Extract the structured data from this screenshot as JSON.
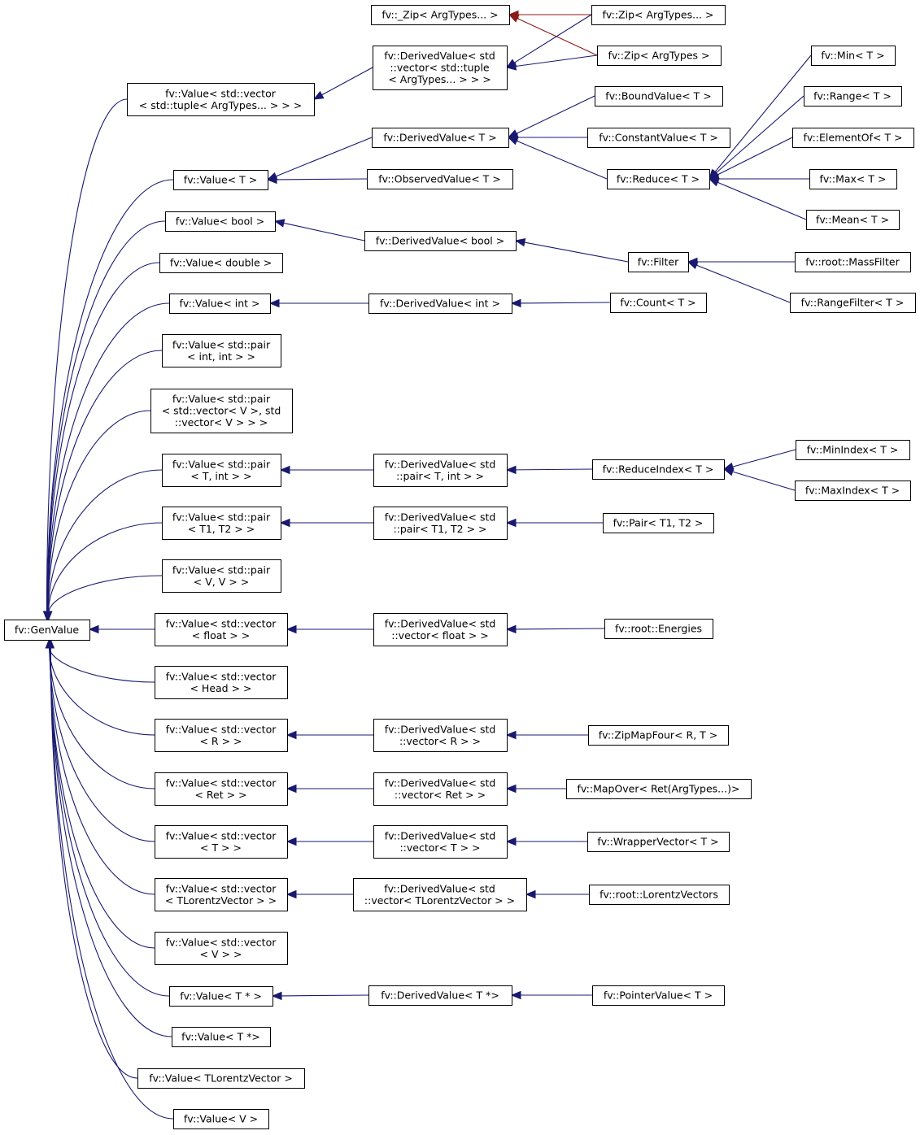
{
  "colors": {
    "inheritance_edge": "#191970",
    "template_edge": "#8b1a1a",
    "node_border": "#000000",
    "background": "#ffffff"
  },
  "nodes": {
    "GenValue": [
      "fv::GenValue"
    ],
    "V_vec_tuple": [
      "fv::Value< std::vector",
      "< std::tuple< ArgTypes... > > >"
    ],
    "V_T": [
      "fv::Value< T >"
    ],
    "V_bool": [
      "fv::Value< bool >"
    ],
    "V_double": [
      "fv::Value< double >"
    ],
    "V_int": [
      "fv::Value< int >"
    ],
    "V_pair_int_int": [
      "fv::Value< std::pair",
      "< int, int > >"
    ],
    "V_pair_vecV": [
      "fv::Value< std::pair",
      "< std::vector< V >, std",
      "::vector< V > > >"
    ],
    "V_pair_T_int": [
      "fv::Value< std::pair",
      "< T, int > >"
    ],
    "V_pair_T1_T2": [
      "fv::Value< std::pair",
      "< T1, T2 > >"
    ],
    "V_pair_V_V": [
      "fv::Value< std::pair",
      "< V, V > >"
    ],
    "V_vec_float": [
      "fv::Value< std::vector",
      "< float > >"
    ],
    "V_vec_Head": [
      "fv::Value< std::vector",
      "< Head > >"
    ],
    "V_vec_R": [
      "fv::Value< std::vector",
      "< R > >"
    ],
    "V_vec_Ret": [
      "fv::Value< std::vector",
      "< Ret > >"
    ],
    "V_vec_T": [
      "fv::Value< std::vector",
      "< T > >"
    ],
    "V_vec_TLV": [
      "fv::Value< std::vector",
      "< TLorentzVector > >"
    ],
    "V_vec_V": [
      "fv::Value< std::vector",
      "< V > >"
    ],
    "V_Tptr_sp": [
      "fv::Value< T * >"
    ],
    "V_Tptr": [
      "fv::Value< T *>"
    ],
    "V_TLV": [
      "fv::Value< TLorentzVector >"
    ],
    "V_V": [
      "fv::Value< V >"
    ],
    "ZipPriv": [
      "fv::_Zip< ArgTypes... >"
    ],
    "DV_vec_tuple": [
      "fv::DerivedValue< std",
      "::vector< std::tuple",
      "< ArgTypes... > > >"
    ],
    "DV_T": [
      "fv::DerivedValue< T >"
    ],
    "ObservedValue": [
      "fv::ObservedValue< T >"
    ],
    "DV_bool": [
      "fv::DerivedValue< bool >"
    ],
    "DV_int": [
      "fv::DerivedValue< int >"
    ],
    "DV_pair_T_int": [
      "fv::DerivedValue< std",
      "::pair< T, int > >"
    ],
    "DV_pair_T1_T2": [
      "fv::DerivedValue< std",
      "::pair< T1, T2 > >"
    ],
    "DV_vec_float": [
      "fv::DerivedValue< std",
      "::vector< float > >"
    ],
    "DV_vec_R": [
      "fv::DerivedValue< std",
      "::vector< R > >"
    ],
    "DV_vec_Ret": [
      "fv::DerivedValue< std",
      "::vector< Ret > >"
    ],
    "DV_vec_T": [
      "fv::DerivedValue< std",
      "::vector< T > >"
    ],
    "DV_vec_TLV": [
      "fv::DerivedValue< std",
      "::vector< TLorentzVector > >"
    ],
    "DV_Tptr": [
      "fv::DerivedValue< T *>"
    ],
    "Zip_dots": [
      "fv::Zip< ArgTypes... >"
    ],
    "Zip": [
      "fv::Zip< ArgTypes >"
    ],
    "BoundValue": [
      "fv::BoundValue< T >"
    ],
    "ConstantValue": [
      "fv::ConstantValue< T >"
    ],
    "Reduce": [
      "fv::Reduce< T >"
    ],
    "Filter": [
      "fv::Filter"
    ],
    "Count": [
      "fv::Count< T >"
    ],
    "ReduceIndex": [
      "fv::ReduceIndex< T >"
    ],
    "Pair": [
      "fv::Pair< T1, T2 >"
    ],
    "Energies": [
      "fv::root::Energies"
    ],
    "ZipMapFour": [
      "fv::ZipMapFour< R, T >"
    ],
    "MapOver": [
      "fv::MapOver< Ret(ArgTypes...)>"
    ],
    "WrapperVector": [
      "fv::WrapperVector< T >"
    ],
    "LorentzVectors": [
      "fv::root::LorentzVectors"
    ],
    "PointerValue": [
      "fv::PointerValue< T >"
    ],
    "Min": [
      "fv::Min< T >"
    ],
    "Range": [
      "fv::Range< T >"
    ],
    "ElementOf": [
      "fv::ElementOf< T >"
    ],
    "Max": [
      "fv::Max< T >"
    ],
    "Mean": [
      "fv::Mean< T >"
    ],
    "MassFilter": [
      "fv::root::MassFilter"
    ],
    "RangeFilter": [
      "fv::RangeFilter< T >"
    ],
    "MinIndex": [
      "fv::MinIndex< T >"
    ],
    "MaxIndex": [
      "fv::MaxIndex< T >"
    ]
  },
  "edges": [
    {
      "from": "V_vec_tuple",
      "to": "GenValue",
      "kind": "inheritance"
    },
    {
      "from": "V_T",
      "to": "GenValue",
      "kind": "inheritance"
    },
    {
      "from": "V_bool",
      "to": "GenValue",
      "kind": "inheritance"
    },
    {
      "from": "V_double",
      "to": "GenValue",
      "kind": "inheritance"
    },
    {
      "from": "V_int",
      "to": "GenValue",
      "kind": "inheritance"
    },
    {
      "from": "V_pair_int_int",
      "to": "GenValue",
      "kind": "inheritance"
    },
    {
      "from": "V_pair_vecV",
      "to": "GenValue",
      "kind": "inheritance"
    },
    {
      "from": "V_pair_T_int",
      "to": "GenValue",
      "kind": "inheritance"
    },
    {
      "from": "V_pair_T1_T2",
      "to": "GenValue",
      "kind": "inheritance"
    },
    {
      "from": "V_pair_V_V",
      "to": "GenValue",
      "kind": "inheritance"
    },
    {
      "from": "V_vec_float",
      "to": "GenValue",
      "kind": "inheritance"
    },
    {
      "from": "V_vec_Head",
      "to": "GenValue",
      "kind": "inheritance"
    },
    {
      "from": "V_vec_R",
      "to": "GenValue",
      "kind": "inheritance"
    },
    {
      "from": "V_vec_Ret",
      "to": "GenValue",
      "kind": "inheritance"
    },
    {
      "from": "V_vec_T",
      "to": "GenValue",
      "kind": "inheritance"
    },
    {
      "from": "V_vec_TLV",
      "to": "GenValue",
      "kind": "inheritance"
    },
    {
      "from": "V_vec_V",
      "to": "GenValue",
      "kind": "inheritance"
    },
    {
      "from": "V_Tptr_sp",
      "to": "GenValue",
      "kind": "inheritance"
    },
    {
      "from": "V_Tptr",
      "to": "GenValue",
      "kind": "inheritance"
    },
    {
      "from": "V_TLV",
      "to": "GenValue",
      "kind": "inheritance"
    },
    {
      "from": "V_V",
      "to": "GenValue",
      "kind": "inheritance"
    },
    {
      "from": "DV_vec_tuple",
      "to": "V_vec_tuple",
      "kind": "inheritance"
    },
    {
      "from": "DV_T",
      "to": "V_T",
      "kind": "inheritance"
    },
    {
      "from": "ObservedValue",
      "to": "V_T",
      "kind": "inheritance"
    },
    {
      "from": "DV_bool",
      "to": "V_bool",
      "kind": "inheritance"
    },
    {
      "from": "DV_int",
      "to": "V_int",
      "kind": "inheritance"
    },
    {
      "from": "DV_pair_T_int",
      "to": "V_pair_T_int",
      "kind": "inheritance"
    },
    {
      "from": "DV_pair_T1_T2",
      "to": "V_pair_T1_T2",
      "kind": "inheritance"
    },
    {
      "from": "DV_vec_float",
      "to": "V_vec_float",
      "kind": "inheritance"
    },
    {
      "from": "DV_vec_R",
      "to": "V_vec_R",
      "kind": "inheritance"
    },
    {
      "from": "DV_vec_Ret",
      "to": "V_vec_Ret",
      "kind": "inheritance"
    },
    {
      "from": "DV_vec_T",
      "to": "V_vec_T",
      "kind": "inheritance"
    },
    {
      "from": "DV_vec_TLV",
      "to": "V_vec_TLV",
      "kind": "inheritance"
    },
    {
      "from": "DV_Tptr",
      "to": "V_Tptr_sp",
      "kind": "inheritance"
    },
    {
      "from": "Zip_dots",
      "to": "ZipPriv",
      "kind": "template"
    },
    {
      "from": "Zip",
      "to": "ZipPriv",
      "kind": "template"
    },
    {
      "from": "Zip_dots",
      "to": "DV_vec_tuple",
      "kind": "inheritance"
    },
    {
      "from": "Zip",
      "to": "DV_vec_tuple",
      "kind": "inheritance"
    },
    {
      "from": "BoundValue",
      "to": "DV_T",
      "kind": "inheritance"
    },
    {
      "from": "ConstantValue",
      "to": "DV_T",
      "kind": "inheritance"
    },
    {
      "from": "Reduce",
      "to": "DV_T",
      "kind": "inheritance"
    },
    {
      "from": "Filter",
      "to": "DV_bool",
      "kind": "inheritance"
    },
    {
      "from": "Count",
      "to": "DV_int",
      "kind": "inheritance"
    },
    {
      "from": "ReduceIndex",
      "to": "DV_pair_T_int",
      "kind": "inheritance"
    },
    {
      "from": "Pair",
      "to": "DV_pair_T1_T2",
      "kind": "inheritance"
    },
    {
      "from": "Energies",
      "to": "DV_vec_float",
      "kind": "inheritance"
    },
    {
      "from": "ZipMapFour",
      "to": "DV_vec_R",
      "kind": "inheritance"
    },
    {
      "from": "MapOver",
      "to": "DV_vec_Ret",
      "kind": "inheritance"
    },
    {
      "from": "WrapperVector",
      "to": "DV_vec_T",
      "kind": "inheritance"
    },
    {
      "from": "LorentzVectors",
      "to": "DV_vec_TLV",
      "kind": "inheritance"
    },
    {
      "from": "PointerValue",
      "to": "DV_Tptr",
      "kind": "inheritance"
    },
    {
      "from": "Min",
      "to": "Reduce",
      "kind": "inheritance"
    },
    {
      "from": "Range",
      "to": "Reduce",
      "kind": "inheritance"
    },
    {
      "from": "ElementOf",
      "to": "Reduce",
      "kind": "inheritance"
    },
    {
      "from": "Max",
      "to": "Reduce",
      "kind": "inheritance"
    },
    {
      "from": "Mean",
      "to": "Reduce",
      "kind": "inheritance"
    },
    {
      "from": "MassFilter",
      "to": "Filter",
      "kind": "inheritance"
    },
    {
      "from": "RangeFilter",
      "to": "Filter",
      "kind": "inheritance"
    },
    {
      "from": "MinIndex",
      "to": "ReduceIndex",
      "kind": "inheritance"
    },
    {
      "from": "MaxIndex",
      "to": "ReduceIndex",
      "kind": "inheritance"
    }
  ]
}
